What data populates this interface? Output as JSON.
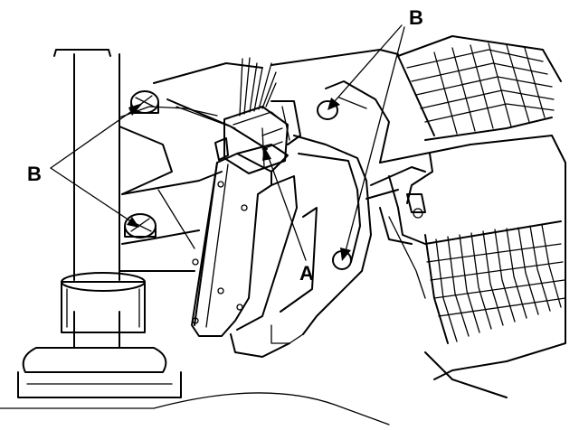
{
  "callouts": {
    "label_a": "A",
    "label_b_top": "B",
    "label_b_left": "B"
  },
  "colors": {
    "line": "#000000",
    "background": "#ffffff"
  }
}
